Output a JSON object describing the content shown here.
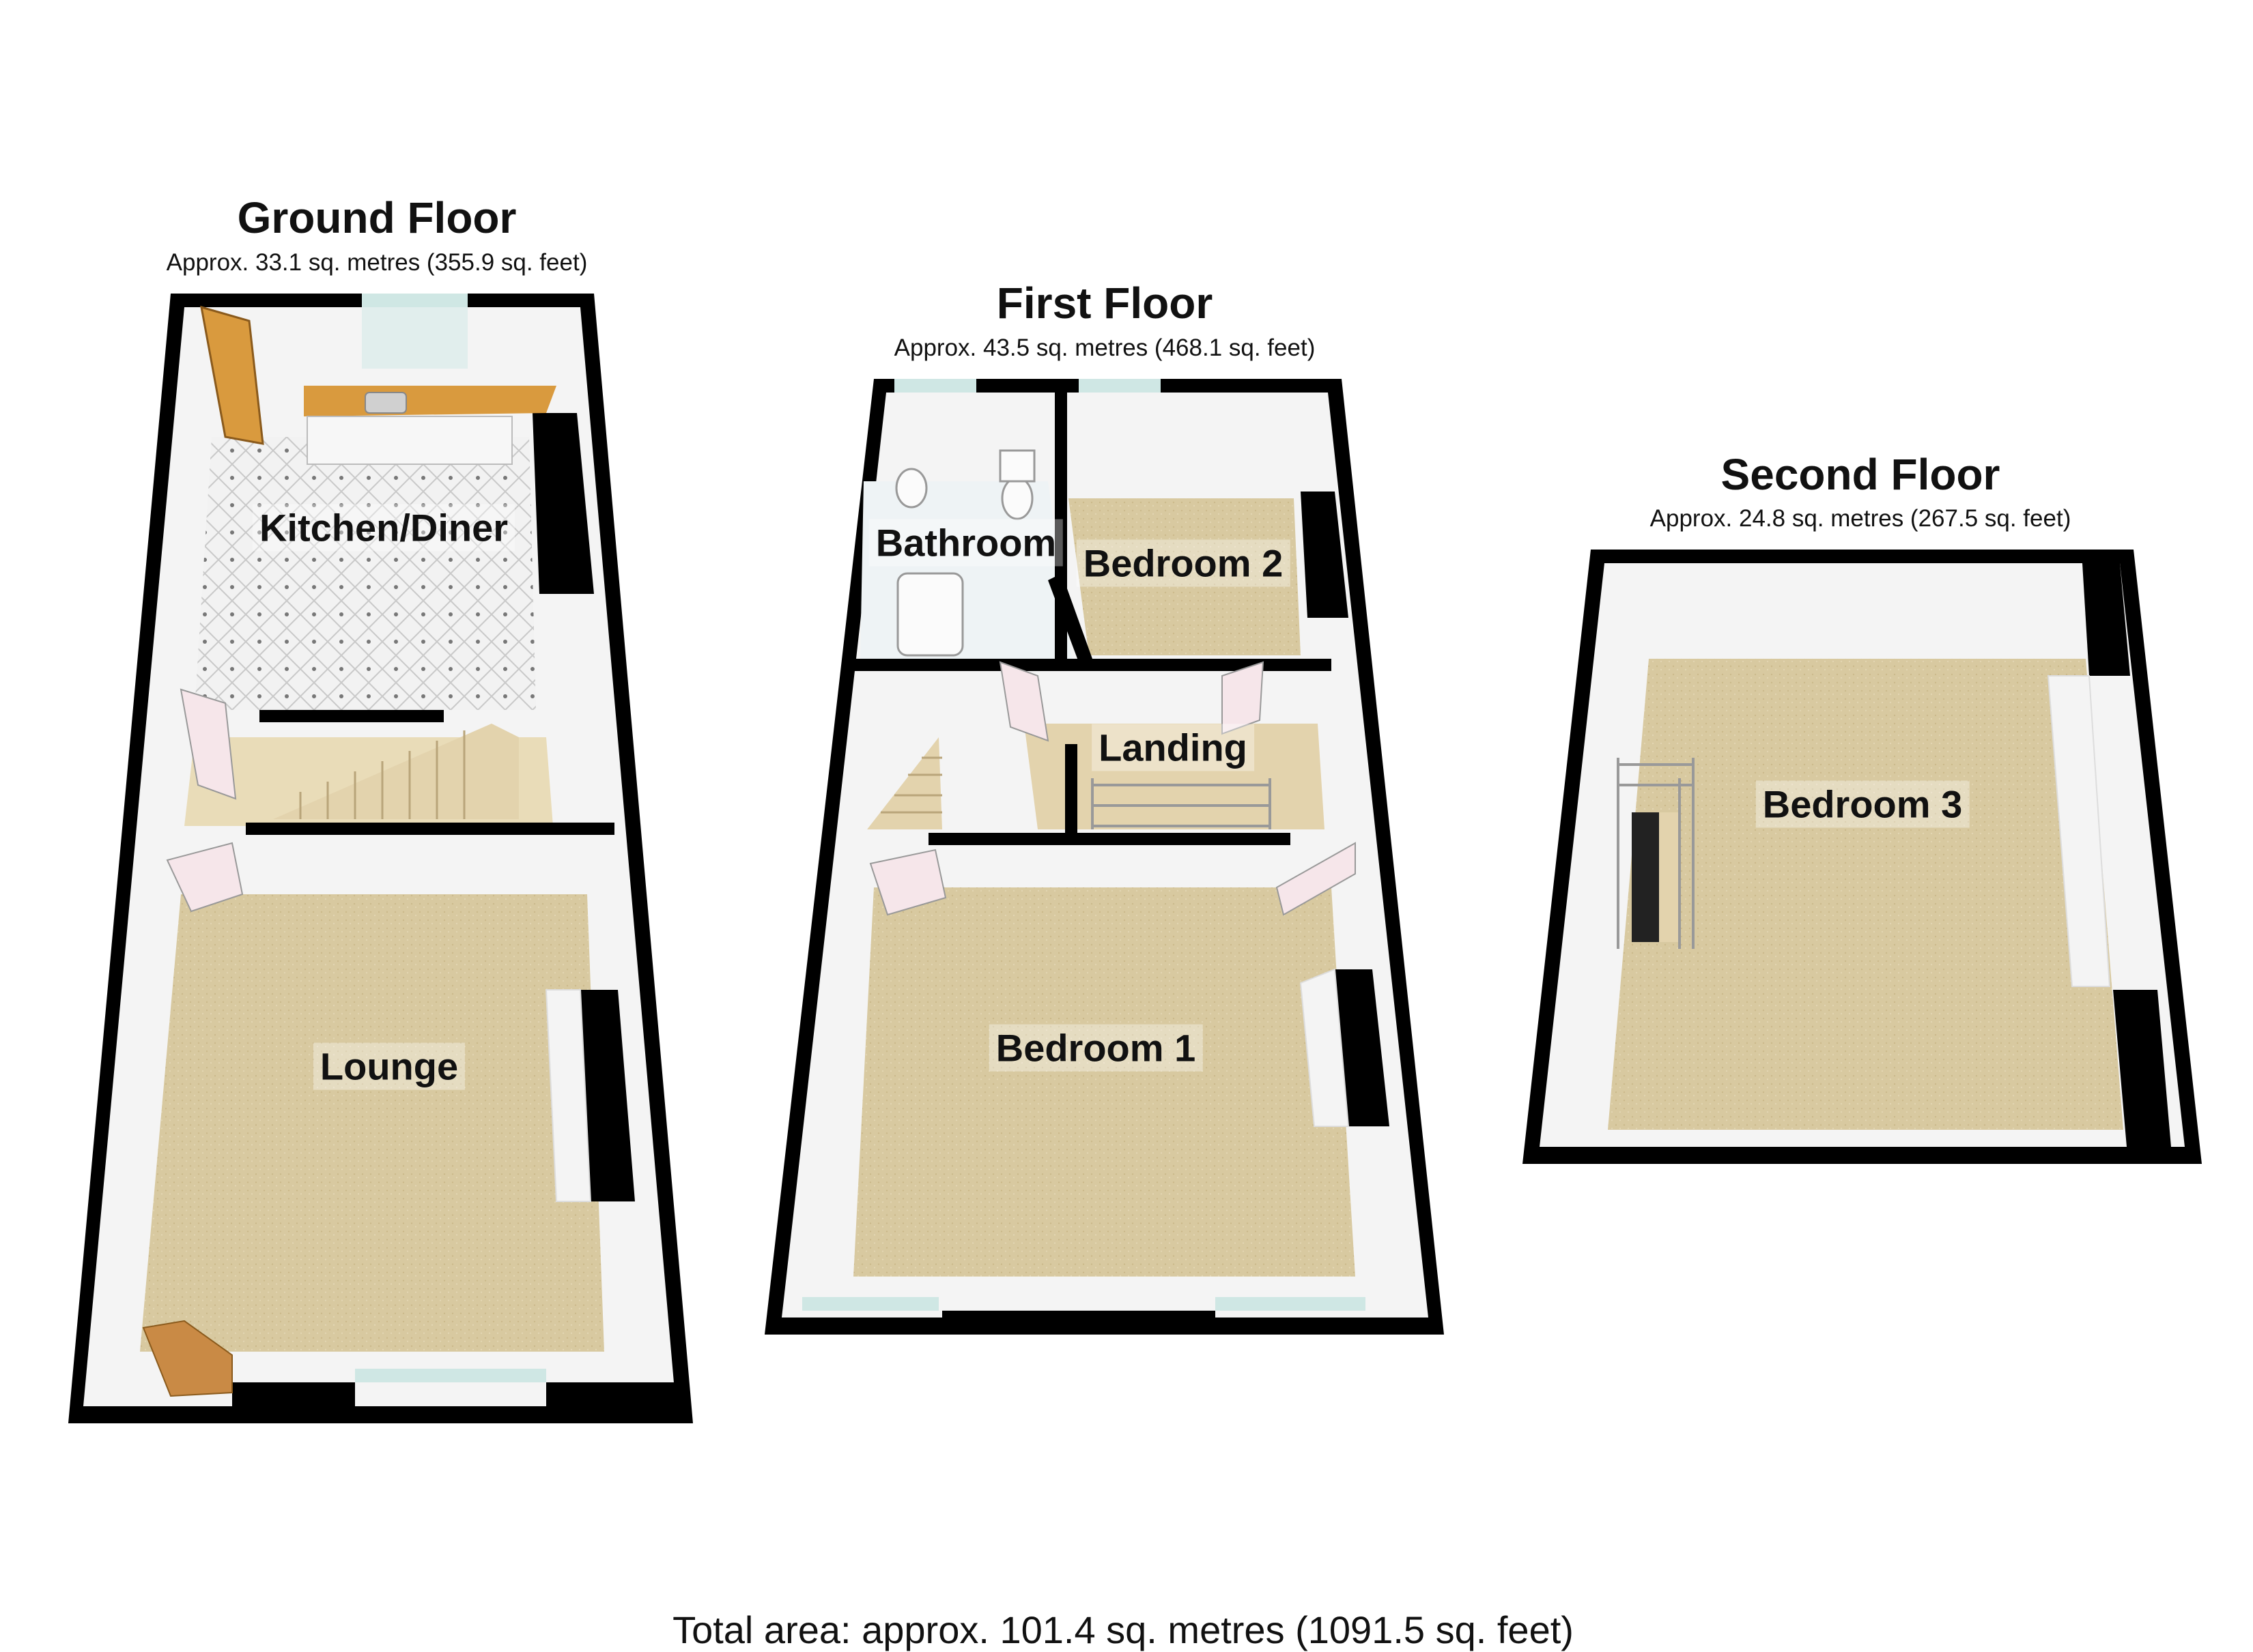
{
  "colors": {
    "wall": "#000000",
    "wall_face": "#f4f4f4",
    "carpet": "#d8c9a0",
    "kitchen_floor": "#f2f2f2",
    "worktop": "#d99a3e",
    "door": "#f6e6ea",
    "window_glass": "#cfe7e4",
    "stairs": "#e3d3ad"
  },
  "floors": [
    {
      "id": "ground",
      "title": "Ground Floor",
      "area": "Approx. 33.1 sq. metres (355.9 sq. feet)",
      "rooms": [
        {
          "name": "Kitchen/Diner",
          "icon": "kitchen-sink-icon"
        },
        {
          "name": "Lounge",
          "icon": "fireplace-icon"
        }
      ]
    },
    {
      "id": "first",
      "title": "First Floor",
      "area": "Approx. 43.5 sq. metres (468.1 sq. feet)",
      "rooms": [
        {
          "name": "Bathroom",
          "icon": "bath-icon"
        },
        {
          "name": "Bedroom 2",
          "icon": "bed-icon"
        },
        {
          "name": "Landing",
          "icon": "stairs-icon"
        },
        {
          "name": "Bedroom 1",
          "icon": "bed-icon"
        }
      ]
    },
    {
      "id": "second",
      "title": "Second Floor",
      "area": "Approx. 24.8 sq. metres (267.5 sq. feet)",
      "rooms": [
        {
          "name": "Bedroom 3",
          "icon": "bed-icon"
        }
      ]
    }
  ],
  "total_area": "Total area: approx. 101.4 sq. metres (1091.5 sq. feet)"
}
